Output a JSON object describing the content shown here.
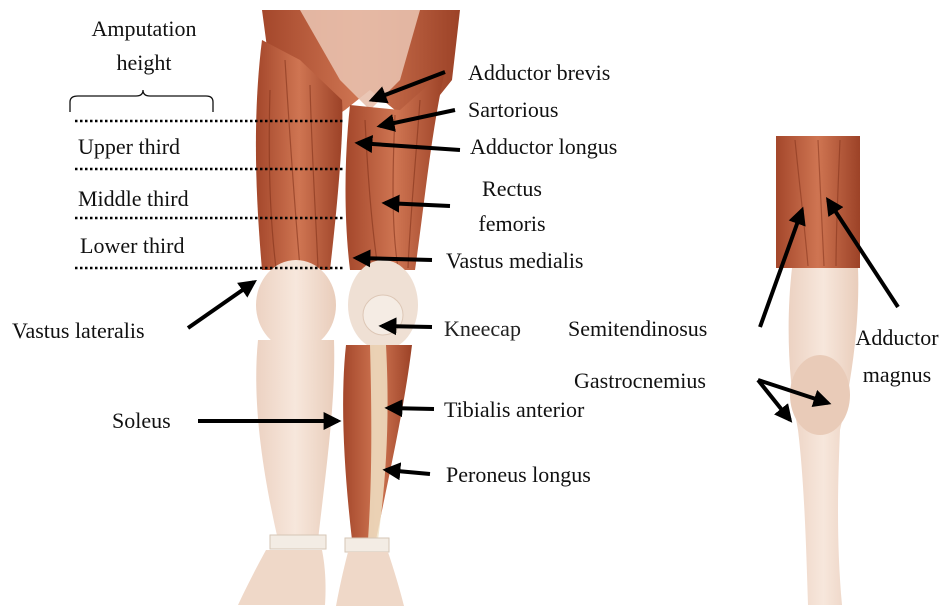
{
  "amputation": {
    "heading_line1": "Amputation",
    "heading_line2": "height",
    "levels": [
      "Upper third",
      "Middle third",
      "Lower third"
    ]
  },
  "muscles_front": {
    "adductor_brevis": "Adductor brevis",
    "sartorious": "Sartorious",
    "adductor_longus": "Adductor longus",
    "rectus_femoris_1": "Rectus",
    "rectus_femoris_2": "femoris",
    "vastus_medialis": "Vastus  medialis",
    "vastus_lateralis": "Vastus  lateralis",
    "kneecap": "Kneecap",
    "soleus": "Soleus",
    "tibialis_anterior": "Tibialis  anterior",
    "peroneus_longus": "Peroneus longus"
  },
  "muscles_back": {
    "semitendinosus": "Semitendinosus",
    "adductor_magnus_1": "Adductor",
    "adductor_magnus_2": "magnus",
    "gastrocnemius": "Gastrocnemius"
  },
  "colors": {
    "muscle": "#b85a3a",
    "muscle_dark": "#8e3a22",
    "skin": "#f2dccd",
    "tendon": "#efe3c8",
    "arrow": "#000000"
  }
}
